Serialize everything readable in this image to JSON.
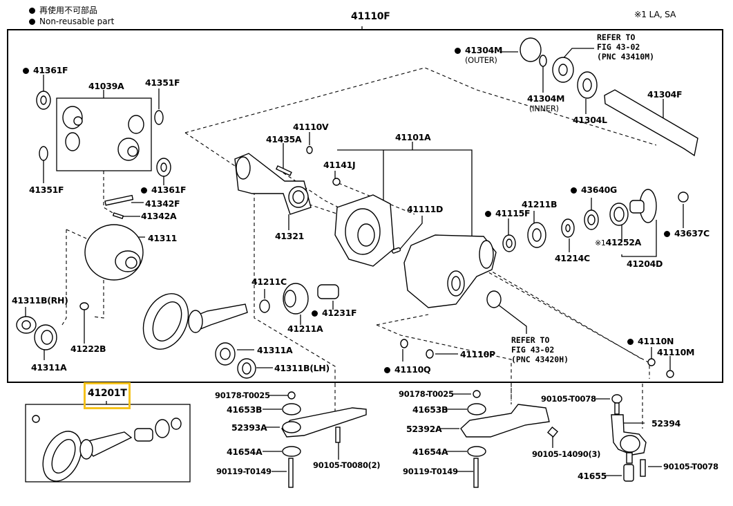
{
  "legend": {
    "japanese": "再使用不可部品",
    "english": "Non-reusable part"
  },
  "note": "※1 LA, SA",
  "highlight_color": "#f5c21b",
  "assemblies": {
    "main": "41110F",
    "diff_gear_kit": "41039A",
    "housing": "41101A",
    "ring_pinion": "41201T",
    "flange_assy": "41204D"
  },
  "parts": [
    {
      "id": "p1",
      "pnc": "41361F",
      "non_reusable": true
    },
    {
      "id": "p2",
      "pnc": "41039A",
      "non_reusable": false
    },
    {
      "id": "p3",
      "pnc": "41351F",
      "non_reusable": false
    },
    {
      "id": "p4",
      "pnc": "41351F",
      "non_reusable": false
    },
    {
      "id": "p5",
      "pnc": "41361F",
      "non_reusable": true
    },
    {
      "id": "p6",
      "pnc": "41342F",
      "non_reusable": false
    },
    {
      "id": "p7",
      "pnc": "41342A",
      "non_reusable": false
    },
    {
      "id": "p8",
      "pnc": "41311",
      "non_reusable": false
    },
    {
      "id": "p9",
      "pnc": "41311B(RH)",
      "non_reusable": false
    },
    {
      "id": "p10",
      "pnc": "41222B",
      "non_reusable": false
    },
    {
      "id": "p11",
      "pnc": "41311A",
      "non_reusable": false
    },
    {
      "id": "p12",
      "pnc": "41110V",
      "non_reusable": false
    },
    {
      "id": "p13",
      "pnc": "41435A",
      "non_reusable": false
    },
    {
      "id": "p14",
      "pnc": "41141J",
      "non_reusable": false
    },
    {
      "id": "p15",
      "pnc": "41321",
      "non_reusable": false
    },
    {
      "id": "p16",
      "pnc": "41101A",
      "non_reusable": false
    },
    {
      "id": "p17",
      "pnc": "41111D",
      "non_reusable": false
    },
    {
      "id": "p18",
      "pnc": "41304M",
      "non_reusable": true,
      "note": "(OUTER)"
    },
    {
      "id": "p19",
      "pnc": "41304M",
      "non_reusable": false,
      "note": "(INNER)"
    },
    {
      "id": "p20",
      "pnc": "41304L",
      "non_reusable": false
    },
    {
      "id": "p21",
      "pnc": "41304F",
      "non_reusable": false
    },
    {
      "id": "p22",
      "pnc": "41115F",
      "non_reusable": true
    },
    {
      "id": "p23",
      "pnc": "41211B",
      "non_reusable": false
    },
    {
      "id": "p24",
      "pnc": "43640G",
      "non_reusable": true
    },
    {
      "id": "p25",
      "pnc": "41214C",
      "non_reusable": false
    },
    {
      "id": "p26",
      "pnc": "41252A",
      "non_reusable": false,
      "prefix": "※1"
    },
    {
      "id": "p27",
      "pnc": "41204D",
      "non_reusable": false
    },
    {
      "id": "p28",
      "pnc": "43637C",
      "non_reusable": true
    },
    {
      "id": "p29",
      "pnc": "41211C",
      "non_reusable": false
    },
    {
      "id": "p30",
      "pnc": "41231F",
      "non_reusable": true
    },
    {
      "id": "p31",
      "pnc": "41211A",
      "non_reusable": false
    },
    {
      "id": "p32",
      "pnc": "41311A",
      "non_reusable": false
    },
    {
      "id": "p33",
      "pnc": "41311B(LH)",
      "non_reusable": false
    },
    {
      "id": "p34",
      "pnc": "41110Q",
      "non_reusable": true
    },
    {
      "id": "p35",
      "pnc": "41110P",
      "non_reusable": false
    },
    {
      "id": "p36",
      "pnc": "41110N",
      "non_reusable": true
    },
    {
      "id": "p37",
      "pnc": "41110M",
      "non_reusable": false
    },
    {
      "id": "p38",
      "pnc": "41201T",
      "non_reusable": false,
      "highlighted": true
    }
  ],
  "references": [
    {
      "id": "r1",
      "lines": [
        "REFER TO",
        "FIG 43-02",
        "(PNC 43410M)"
      ]
    },
    {
      "id": "r2",
      "lines": [
        "REFER TO",
        "FIG 43-02",
        "(PNC 43420H)"
      ]
    }
  ],
  "mount_left": {
    "nut": "90178-T0025",
    "upper_cushion": "41653B",
    "bracket": "52393A",
    "lower_cushion": "41654A",
    "bolt": "90119-T0149",
    "bracket_bolt": "90105-T0080(2)"
  },
  "mount_right": {
    "nut": "90178-T0025",
    "upper_cushion": "41653B",
    "bracket": "52392A",
    "lower_cushion": "41654A",
    "bolt": "90119-T0149",
    "bracket_bolt": "90105-14090(3)"
  },
  "mount_rear": {
    "top_bolt": "90105-T0078",
    "bracket": "52394",
    "stopper": "41655",
    "bottom_bolt": "90105-T0078"
  }
}
